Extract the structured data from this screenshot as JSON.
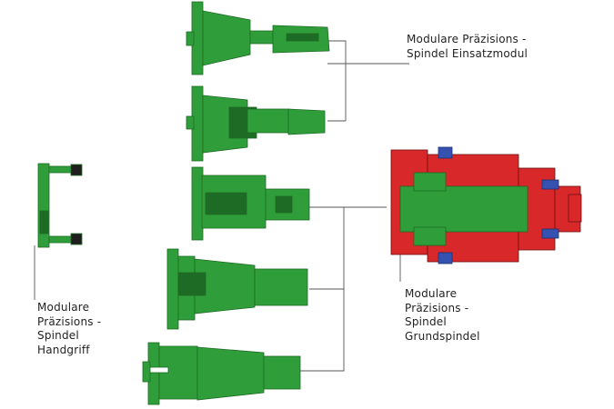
{
  "labels": {
    "einsatzmodul": [
      "Modulare Präzisions -",
      "Spindel Einsatzmodul"
    ],
    "handgriff": [
      "Modulare",
      "Präzisions -",
      "Spindel",
      "Handgriff"
    ],
    "grundspindel": [
      "Modulare",
      "Präzisions -",
      "Spindel",
      "Grundspindel"
    ]
  },
  "colors": {
    "green": "#2f9e3a",
    "green_dark": "#1d6b24",
    "red": "#d8282a",
    "red_dark": "#8e1414",
    "blue": "#3552b0",
    "line": "#555555"
  }
}
